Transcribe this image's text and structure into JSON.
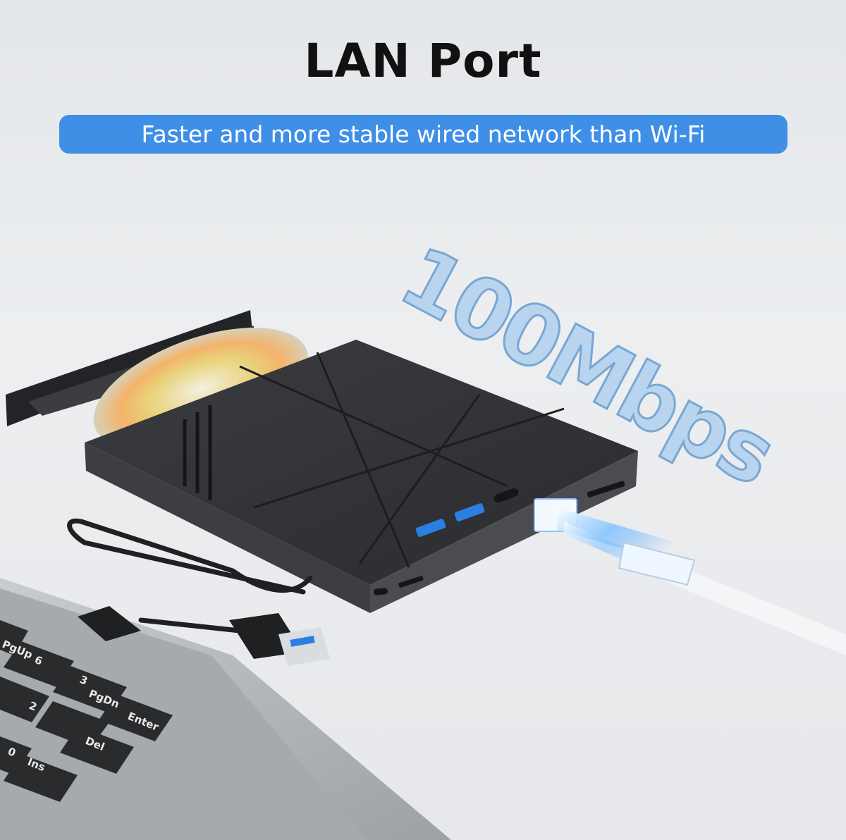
{
  "headline": "LAN Port",
  "banner": {
    "text": "Faster and more stable wired network than Wi-Fi",
    "color": "#3f8fe6"
  },
  "speed_label": "100Mbps",
  "keyboard": {
    "keys": [
      "PgUp",
      "6",
      "3",
      "PgDn",
      "2",
      "Enter",
      "0",
      "Ins",
      "Del"
    ]
  },
  "colors": {
    "device_body": "#2f3134",
    "usb_port": "#2b7fe0",
    "light_streak": "#5aa9ff"
  }
}
